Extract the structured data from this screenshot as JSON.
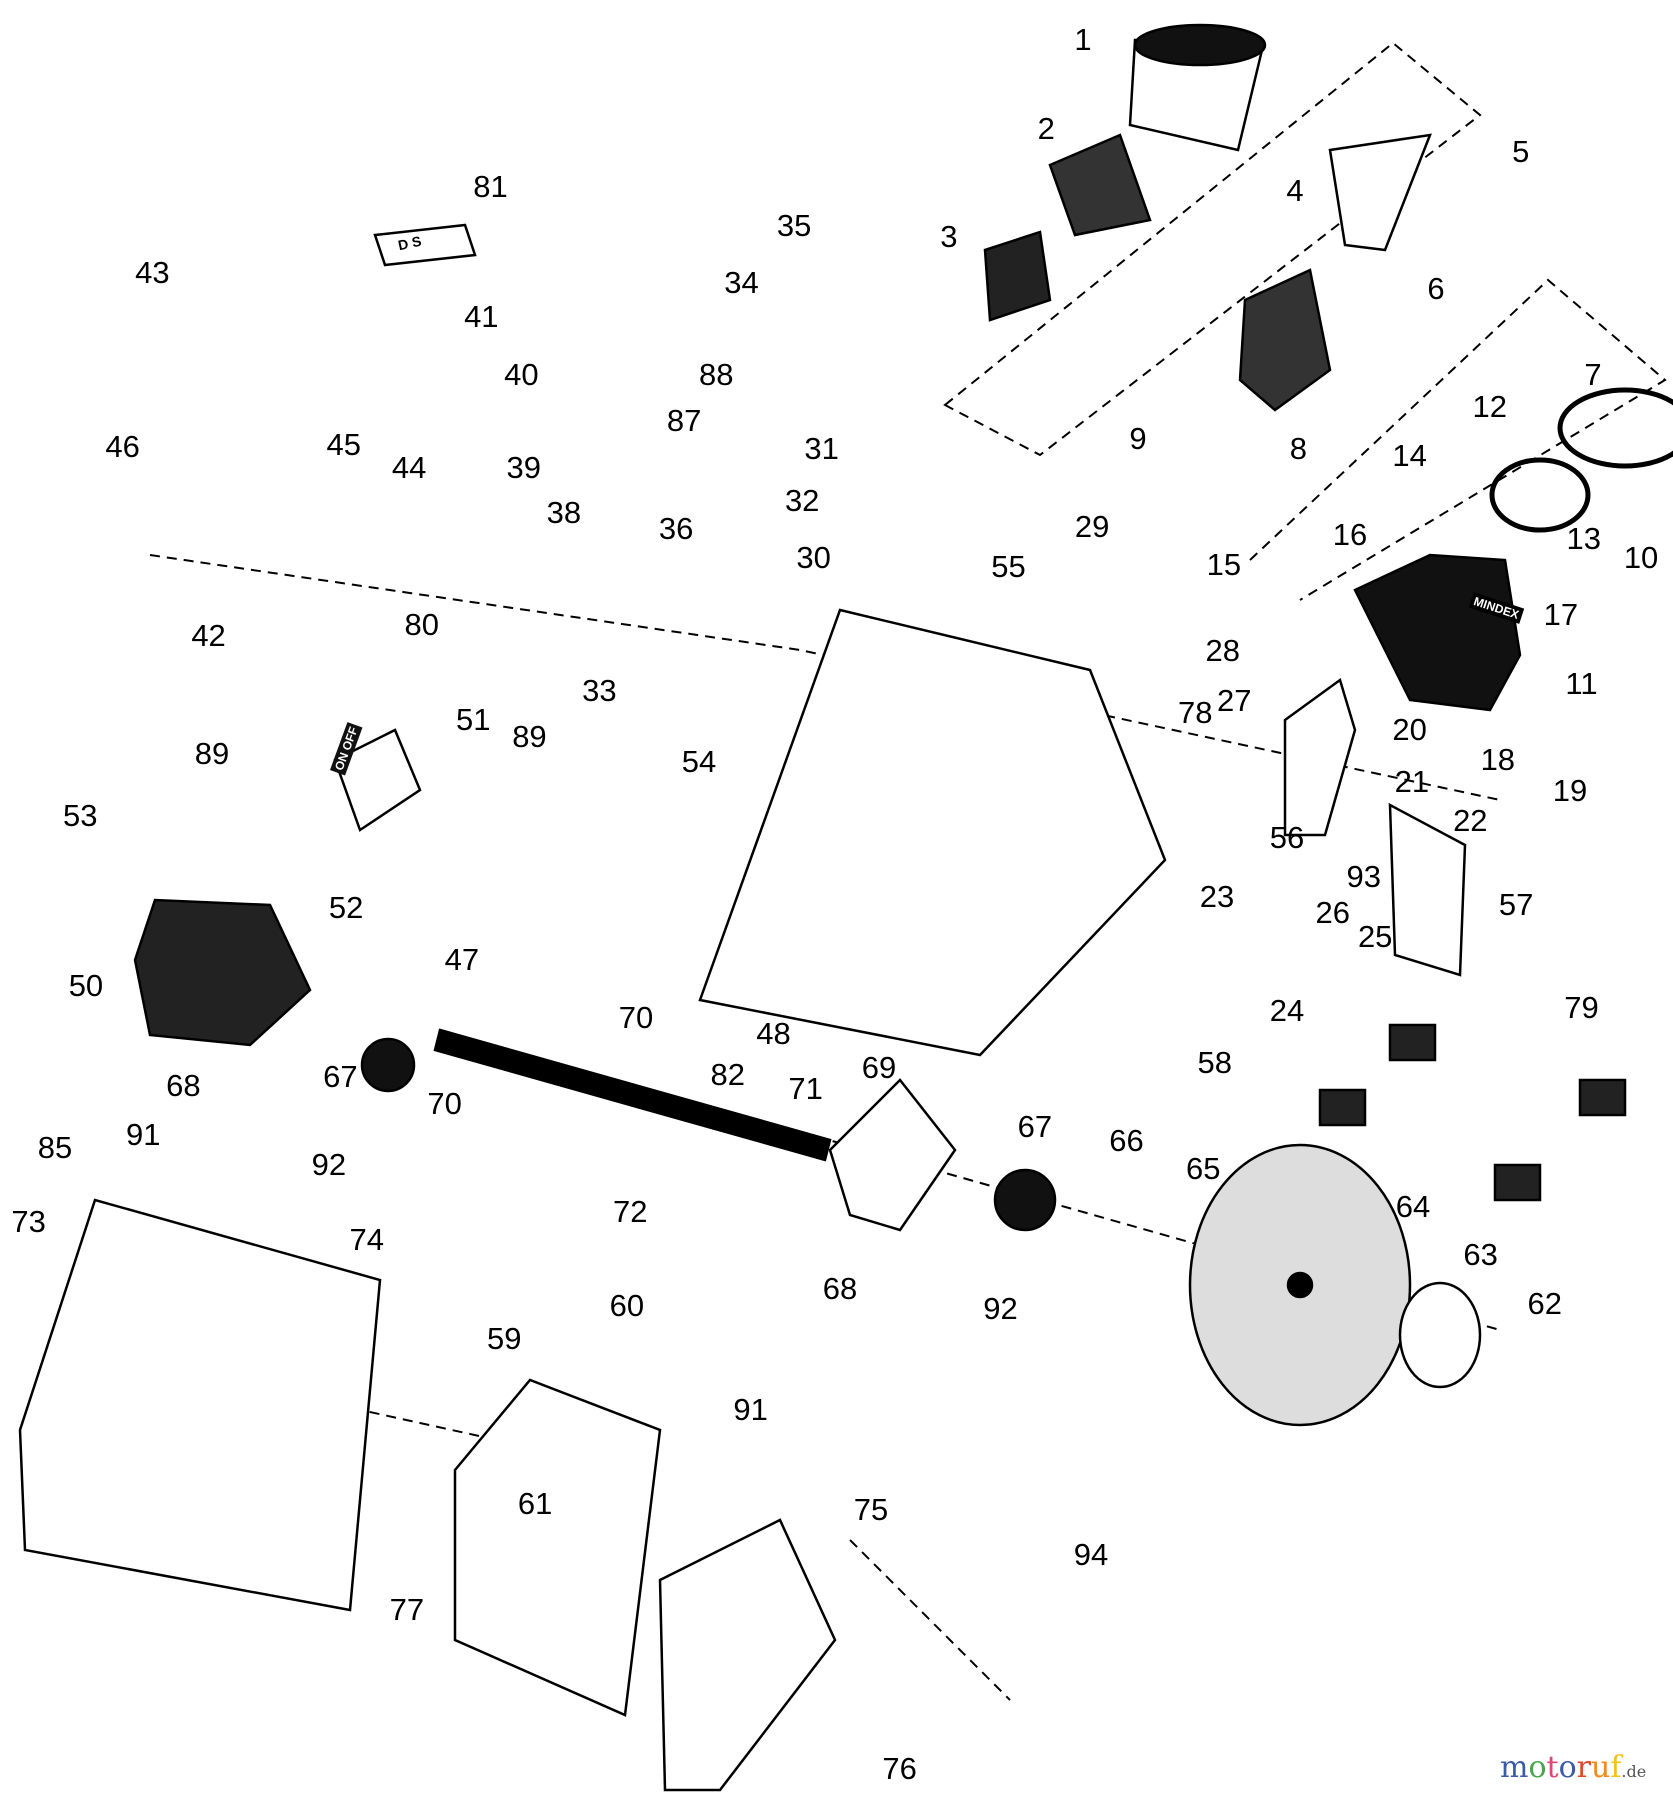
{
  "part_labels": [
    "1",
    "2",
    "3",
    "4",
    "5",
    "6",
    "7",
    "8",
    "9",
    "10",
    "11",
    "12",
    "13",
    "14",
    "15",
    "16",
    "17",
    "18",
    "19",
    "20",
    "21",
    "22",
    "23",
    "24",
    "25",
    "26",
    "27",
    "28",
    "29",
    "30",
    "31",
    "32",
    "33",
    "34",
    "35",
    "36",
    "38",
    "39",
    "40",
    "41",
    "42",
    "43",
    "44",
    "45",
    "46",
    "47",
    "48",
    "50",
    "51",
    "52",
    "53",
    "54",
    "55",
    "56",
    "57",
    "58",
    "59",
    "60",
    "61",
    "62",
    "63",
    "64",
    "65",
    "66",
    "67",
    "67",
    "68",
    "68",
    "69",
    "70",
    "70",
    "71",
    "72",
    "73",
    "74",
    "75",
    "76",
    "77",
    "78",
    "79",
    "80",
    "81",
    "82",
    "85",
    "87",
    "88",
    "89",
    "89",
    "91",
    "91",
    "92",
    "92",
    "93",
    "94"
  ],
  "stamped_text": {
    "switch": "ON OFF",
    "plate_81": "D S",
    "housing_badge": "MINDEX"
  },
  "watermark": {
    "text": "motoruf",
    "suffix": ".de",
    "colors": [
      "#3b5ba8",
      "#4aa64a",
      "#e0457b",
      "#3b5ba8",
      "#e04a2a",
      "#f08a1c",
      "#f2c21b"
    ]
  }
}
